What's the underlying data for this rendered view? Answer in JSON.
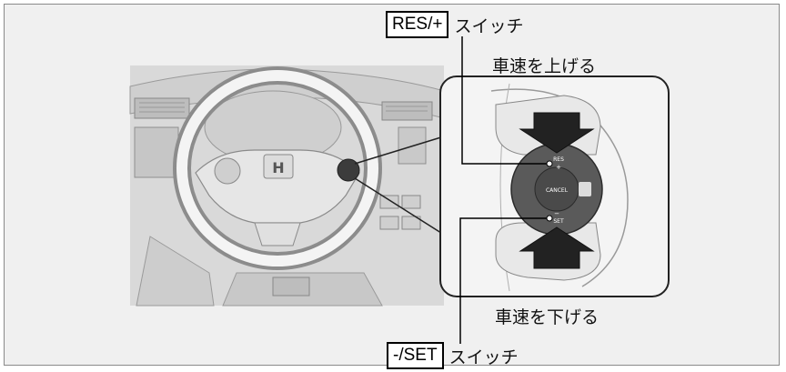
{
  "callouts": {
    "res_plus": {
      "tag": "RES/+",
      "suffix": "スイッチ"
    },
    "minus_set": {
      "tag": "-/SET",
      "suffix": "スイッチ"
    }
  },
  "notes": {
    "speed_up": "車速を上げる",
    "speed_down": "車速を下げる"
  },
  "button_labels": {
    "res": "RES",
    "plus": "+",
    "cancel": "CANCEL",
    "minus": "−",
    "set": "SET"
  },
  "emblem": "H",
  "colors": {
    "background": "#f0f0f0",
    "photo_bg": "#d8d8d8",
    "control_disc": "#5a5a5a",
    "arrow": "#222222"
  }
}
